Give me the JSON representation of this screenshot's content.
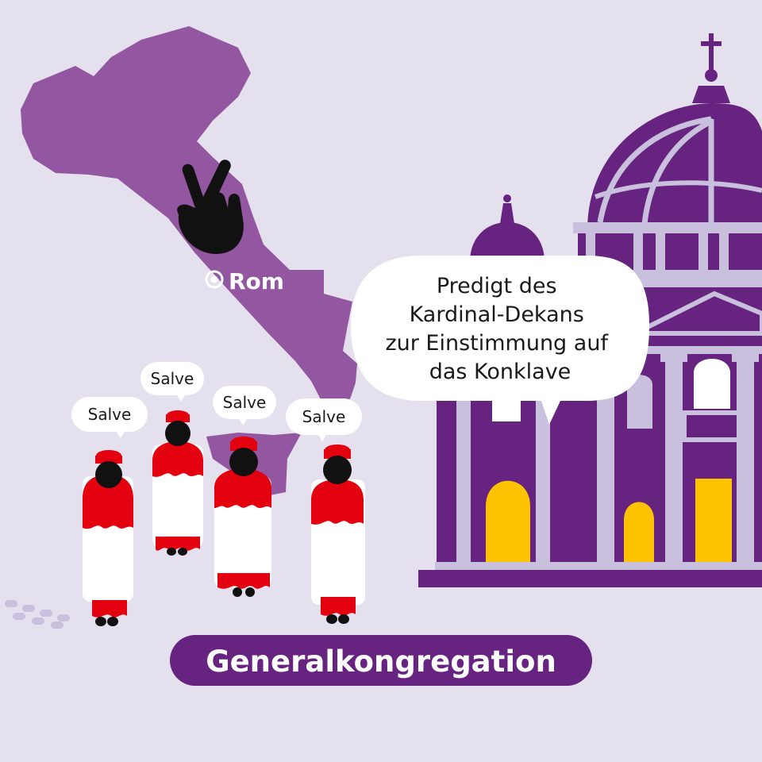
{
  "map": {
    "city_label": "Rom"
  },
  "speech": {
    "lines": [
      "Predigt des",
      "Kardinal-Dekans",
      "zur Einstimmung auf",
      "das Konklave"
    ]
  },
  "cardinals": {
    "greeting_1": "Salve",
    "greeting_2": "Salve",
    "greeting_3": "Salve",
    "greeting_4": "Salve"
  },
  "caption": {
    "title": "Generalkongregation"
  },
  "colors": {
    "background": "#e4e0ee",
    "map_purple": "#9356a0",
    "basilica_purple": "#66237f",
    "pillar_lilac": "#c8c0dc",
    "window_yellow": "#fdc300",
    "robe_red": "#e3000f",
    "caption_bg": "#66237f"
  }
}
